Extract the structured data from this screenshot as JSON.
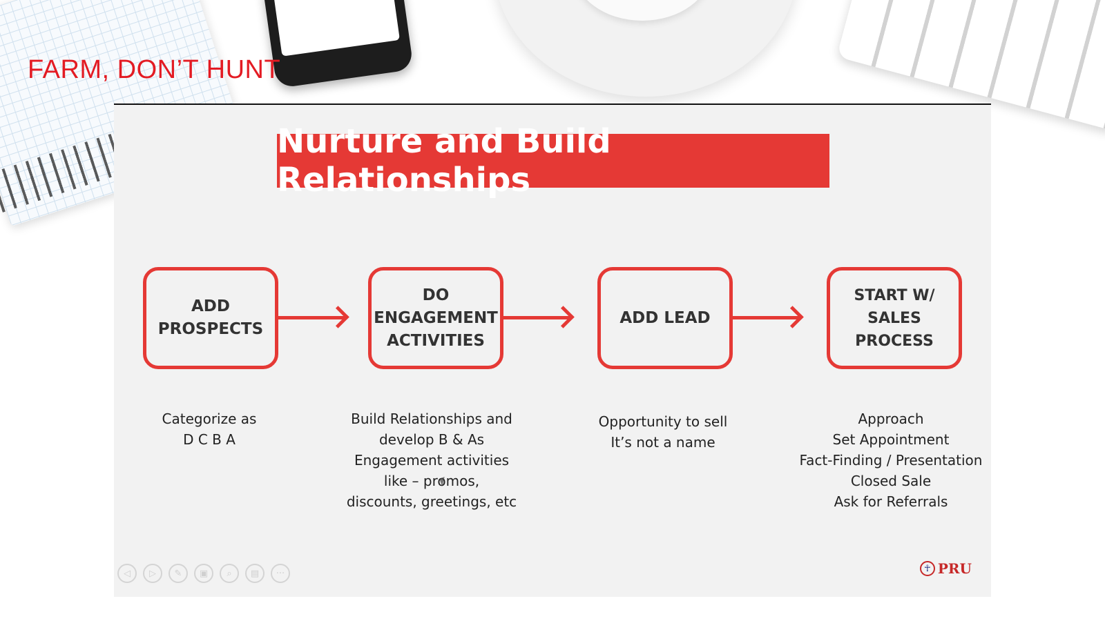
{
  "header": {
    "title": "FARM, DON’T HUNT"
  },
  "slide": {
    "title": "Nurture and Build Relationships",
    "steps": [
      {
        "label_lines": [
          "ADD",
          "PROSPECTS"
        ],
        "description": [
          "Categorize as",
          "D C B A"
        ]
      },
      {
        "label_lines": [
          "DO",
          "ENGAGEMENT",
          "ACTIVITIES"
        ],
        "description": [
          "Build Relationships and",
          "develop B & As",
          "Engagement activities",
          "like – promos,",
          "discounts, greetings, etc"
        ]
      },
      {
        "label_lines": [
          "ADD LEAD"
        ],
        "description": [
          "Opportunity to sell",
          "It’s not a name"
        ]
      },
      {
        "label_lines": [
          "START W/",
          "SALES PROCESS"
        ],
        "description": [
          "Approach",
          "Set Appointment",
          "Fact-Finding / Presentation",
          "Closed Sale",
          "Ask for Referrals"
        ]
      }
    ],
    "controls": [
      {
        "icon": "previous-icon",
        "glyph": "◁"
      },
      {
        "icon": "next-icon",
        "glyph": "▷"
      },
      {
        "icon": "pen-icon",
        "glyph": "✎"
      },
      {
        "icon": "slides-icon",
        "glyph": "▣"
      },
      {
        "icon": "zoom-icon",
        "glyph": "⌕"
      },
      {
        "icon": "subtitles-icon",
        "glyph": "▤"
      },
      {
        "icon": "more-icon",
        "glyph": "···"
      }
    ],
    "logo": {
      "text": "PRU",
      "mark": "☥"
    }
  },
  "colors": {
    "accent": "#e53935",
    "title_red": "#e31b23"
  }
}
